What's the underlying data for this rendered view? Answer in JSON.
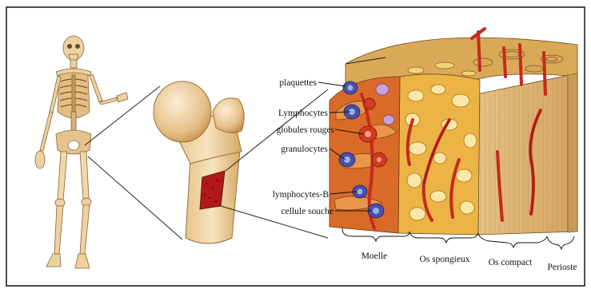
{
  "callouts": {
    "plaquettes": "plaquettes",
    "lymphocytes": "Lymphocytes",
    "globules_rouges": "globules rouges",
    "granulocytes": "granulocytes",
    "lymphocytes_b": "lymphocytes-B",
    "cellule_souche": "cellule souche"
  },
  "layers": {
    "moelle": "Moelle",
    "os_spongieux": "Os spongieux",
    "os_compact": "Os compact",
    "perioste": "Perioste"
  },
  "colors": {
    "background": "#ffffff",
    "frame": "#111111",
    "bone": "#f0d7a8",
    "bone_dark": "#c99a55",
    "marrow": "#b21818",
    "vessel": "#c62a1c",
    "spongy": "#e9b544",
    "compact": "#e3bb7a",
    "lymphocyte": "#4a4fa8",
    "red_cell": "#d43a20"
  }
}
